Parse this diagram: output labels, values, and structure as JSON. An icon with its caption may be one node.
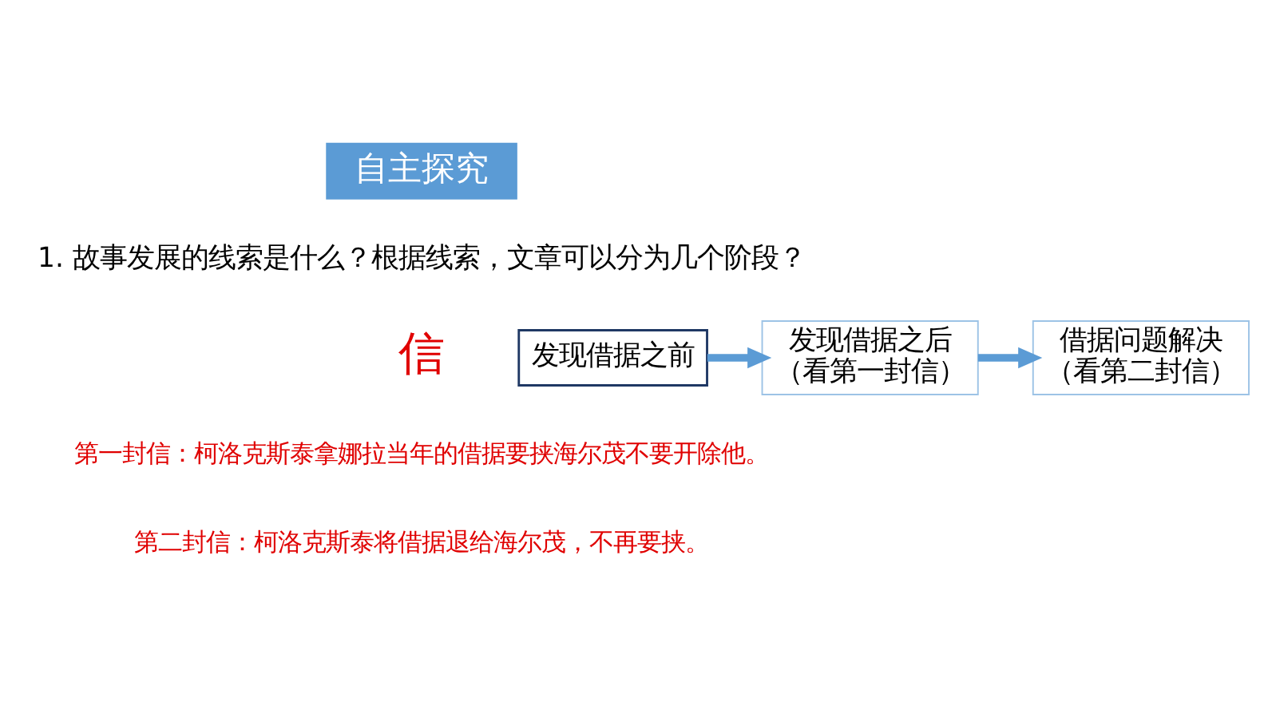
{
  "diagram": {
    "nodes": [
      {
        "text": [
          "自主探究"
        ]
      },
      {
        "text": [
          "发现借据之前"
        ]
      },
      {
        "text": [
          "发现借据之后",
          "（看第一封信）"
        ]
      },
      {
        "text": [
          "借据问题解决",
          "（看第二封信）"
        ]
      }
    ],
    "edges": [
      {
        "from": 1,
        "to": 2,
        "arrow": "to"
      },
      {
        "from": 2,
        "to": 3,
        "arrow": "to"
      }
    ],
    "labels": [
      "1. 故事发展的线索是什么？根据线索，文章可以分为几个阶段？",
      "信",
      "第一封信：柯洛克斯泰拿娜拉当年的借据要挟海尔茂不要开除他。",
      "第二封信：柯洛克斯泰将借据退给海尔茂，不再要挟。"
    ]
  }
}
